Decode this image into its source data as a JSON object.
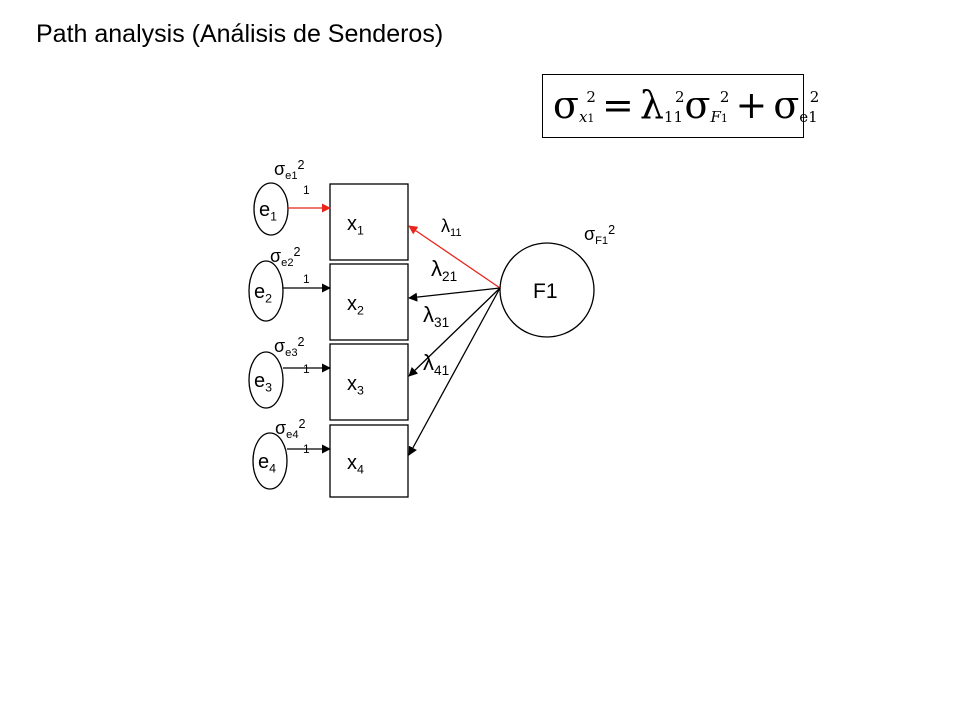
{
  "title": "Path analysis (Análisis de Senderos)",
  "formula": {
    "sigma": "σ",
    "lambda": "λ",
    "sub_x": "x",
    "sub_x_index": "1",
    "sq": "2",
    "equals": "=",
    "lambda_index": "11",
    "sub_F": "F",
    "sub_F_index": "1",
    "plus": "+",
    "sub_e": "e1"
  },
  "diagram": {
    "factor": {
      "label": "F1",
      "variance_symbol": "σ",
      "variance_sub": "F1",
      "variance_sup": "2"
    },
    "observed": [
      {
        "base": "x",
        "index": "1"
      },
      {
        "base": "x",
        "index": "2"
      },
      {
        "base": "x",
        "index": "3"
      },
      {
        "base": "x",
        "index": "4"
      }
    ],
    "errors": [
      {
        "base": "e",
        "index": "1",
        "variance_symbol": "σ",
        "variance_sub": "e1",
        "variance_sup": "2",
        "path_weight": "1"
      },
      {
        "base": "e",
        "index": "2",
        "variance_symbol": "σ",
        "variance_sub": "e2",
        "variance_sup": "2",
        "path_weight": "1"
      },
      {
        "base": "e",
        "index": "3",
        "variance_symbol": "σ",
        "variance_sub": "e3",
        "variance_sup": "2",
        "path_weight": "1"
      },
      {
        "base": "e",
        "index": "4",
        "variance_symbol": "σ",
        "variance_sub": "e4",
        "variance_sup": "2",
        "path_weight": "1"
      }
    ],
    "loadings": [
      {
        "symbol": "λ",
        "index": "11",
        "highlight": true
      },
      {
        "symbol": "λ",
        "index": "21",
        "highlight": false
      },
      {
        "symbol": "λ",
        "index": "31",
        "highlight": false
      },
      {
        "symbol": "λ",
        "index": "41",
        "highlight": false
      }
    ],
    "colors": {
      "highlight": "#e8261c",
      "line": "#000000"
    }
  }
}
